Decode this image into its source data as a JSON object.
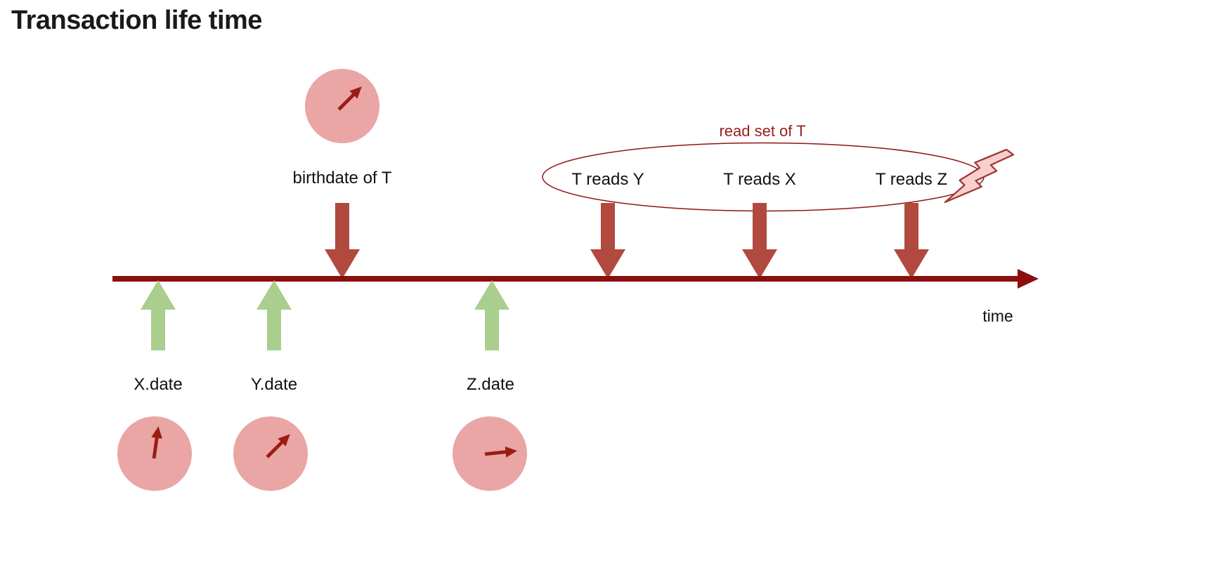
{
  "title": "Transaction life time",
  "timeline": {
    "label": "time"
  },
  "birth": {
    "label": "birthdate of T"
  },
  "read_set": {
    "label": "read set of T",
    "events": [
      {
        "label": "T reads Y"
      },
      {
        "label": "T reads X"
      },
      {
        "label": "T reads Z"
      }
    ]
  },
  "dates": [
    {
      "label": "X.date"
    },
    {
      "label": "Y.date"
    },
    {
      "label": "Z.date"
    }
  ],
  "colors": {
    "title_text": "#1a1a1a",
    "timeline": "#8b0f0f",
    "arrow_red": "#b1493f",
    "clock_face": "#eaa5a5",
    "clock_hand": "#9b1c13",
    "green_arrow": "#a9ce8e",
    "readset_text": "#9e1b1b",
    "ellipse_stroke": "#8f1414",
    "lightning_fill": "#f7cfcf",
    "lightning_stroke": "#a03a35"
  }
}
